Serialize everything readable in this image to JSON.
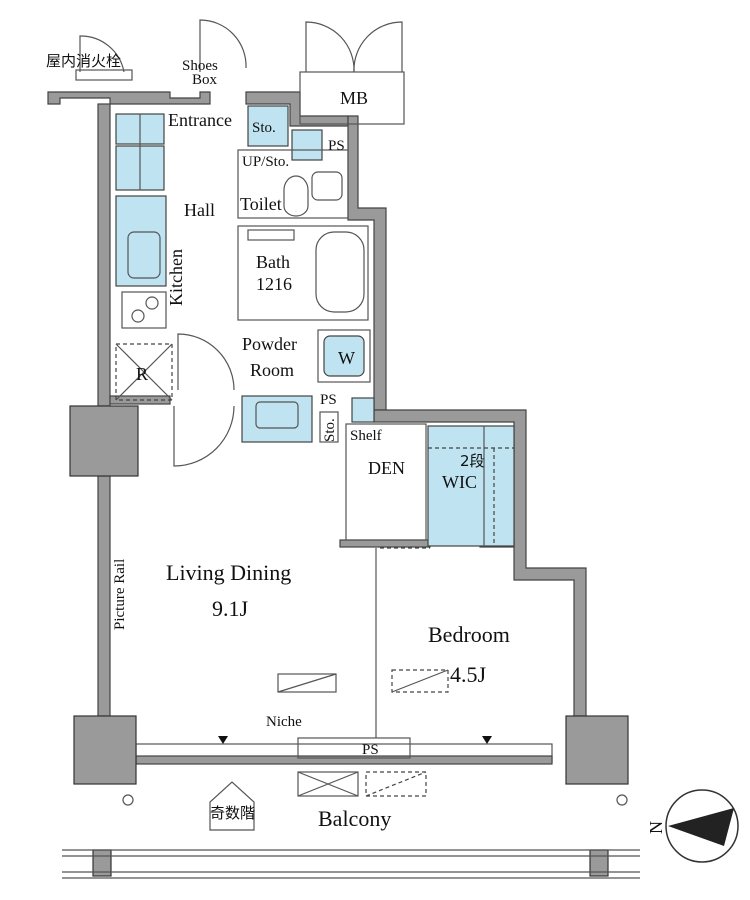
{
  "labels": {
    "hydrant": "屋内消火栓",
    "shoes_box_1": "Shoes",
    "shoes_box_2": "Box",
    "mb": "MB",
    "entrance": "Entrance",
    "sto_entrance": "Sto.",
    "ps_top": "PS",
    "up_sto": "UP/Sto.",
    "hall": "Hall",
    "toilet": "Toilet",
    "kitchen": "Kitchen",
    "bath": "Bath",
    "bath_size": "1216",
    "powder_1": "Powder",
    "powder_2": "Room",
    "washer": "W",
    "fridge": "R",
    "ps_mid": "PS",
    "sto_mid": "Sto.",
    "shelf": "Shelf",
    "den": "DEN",
    "wic_shelf": "2段",
    "wic": "WIC",
    "living": "Living Dining",
    "living_size": "9.1J",
    "picture_rail": "Picture Rail",
    "bedroom": "Bedroom",
    "bedroom_size": "4.5J",
    "niche": "Niche",
    "ps_bottom": "PS",
    "stairs": "奇数階",
    "balcony": "Balcony",
    "north": "N"
  }
}
